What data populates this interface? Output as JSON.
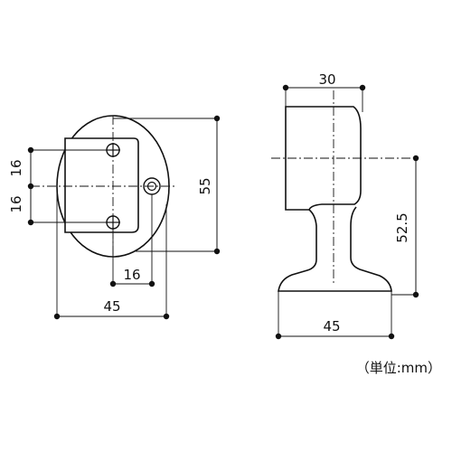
{
  "diagram": {
    "front_view": {
      "dimensions": {
        "height_total": "55",
        "hole_pitch_upper": "16",
        "hole_pitch_lower": "16",
        "hole_offset": "16",
        "width": "45"
      }
    },
    "side_view": {
      "dimensions": {
        "top_width": "30",
        "center_height": "52.5",
        "base_width": "45"
      }
    },
    "unit_note": "（単位:mm）",
    "colors": {
      "line": "#111111",
      "background": "#ffffff"
    }
  }
}
